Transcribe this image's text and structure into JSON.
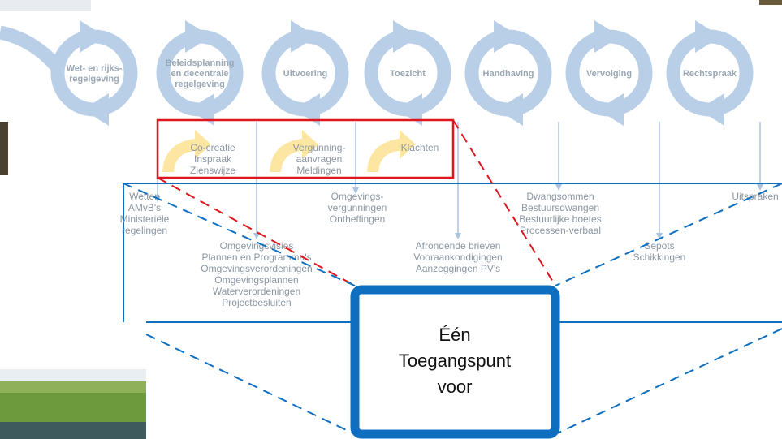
{
  "phases": [
    "Wet- en rijks-|regelgeving",
    "Beleidsplanning|en decentrale|regelgeving",
    "Uitvoering",
    "Toezicht",
    "Handhaving",
    "Vervolging",
    "Rechtspraak"
  ],
  "participation": [
    "Co-creatie|Inspraak|Zienswijze",
    "Vergunning-|aanvragen|Meldingen",
    "Klachten"
  ],
  "outputs_top": [
    "Wetten|AMvB's|Ministeriële|regelingen",
    "Omgevings-|vergunningen|Ontheffingen",
    "Dwangsommen|Bestuursdwangen|Bestuurlijke boetes|Processen-verbaal",
    "Uitspraken"
  ],
  "outputs_bottom": [
    "Omgevingsvisies|Plannen en Programma's|Omgevingsverordeningen|Omgevingsplannen|Waterverordeningen|Projectbesluiten",
    "Afrondende brieven|Vooraankondigingen|Aanzeggingen PV's",
    "Sepots|Schikkingen"
  ],
  "access_point": "Één|Toegangspunt|voor",
  "colors": {
    "cycle": "#b9cfe8",
    "phase_text": "#9aa7b4",
    "output_text": "#8a96a2",
    "participation_arrow": "#fde6a1",
    "highlight": "#e0161e",
    "frame": "#0e6fc0",
    "connector": "#0e6fc0"
  }
}
